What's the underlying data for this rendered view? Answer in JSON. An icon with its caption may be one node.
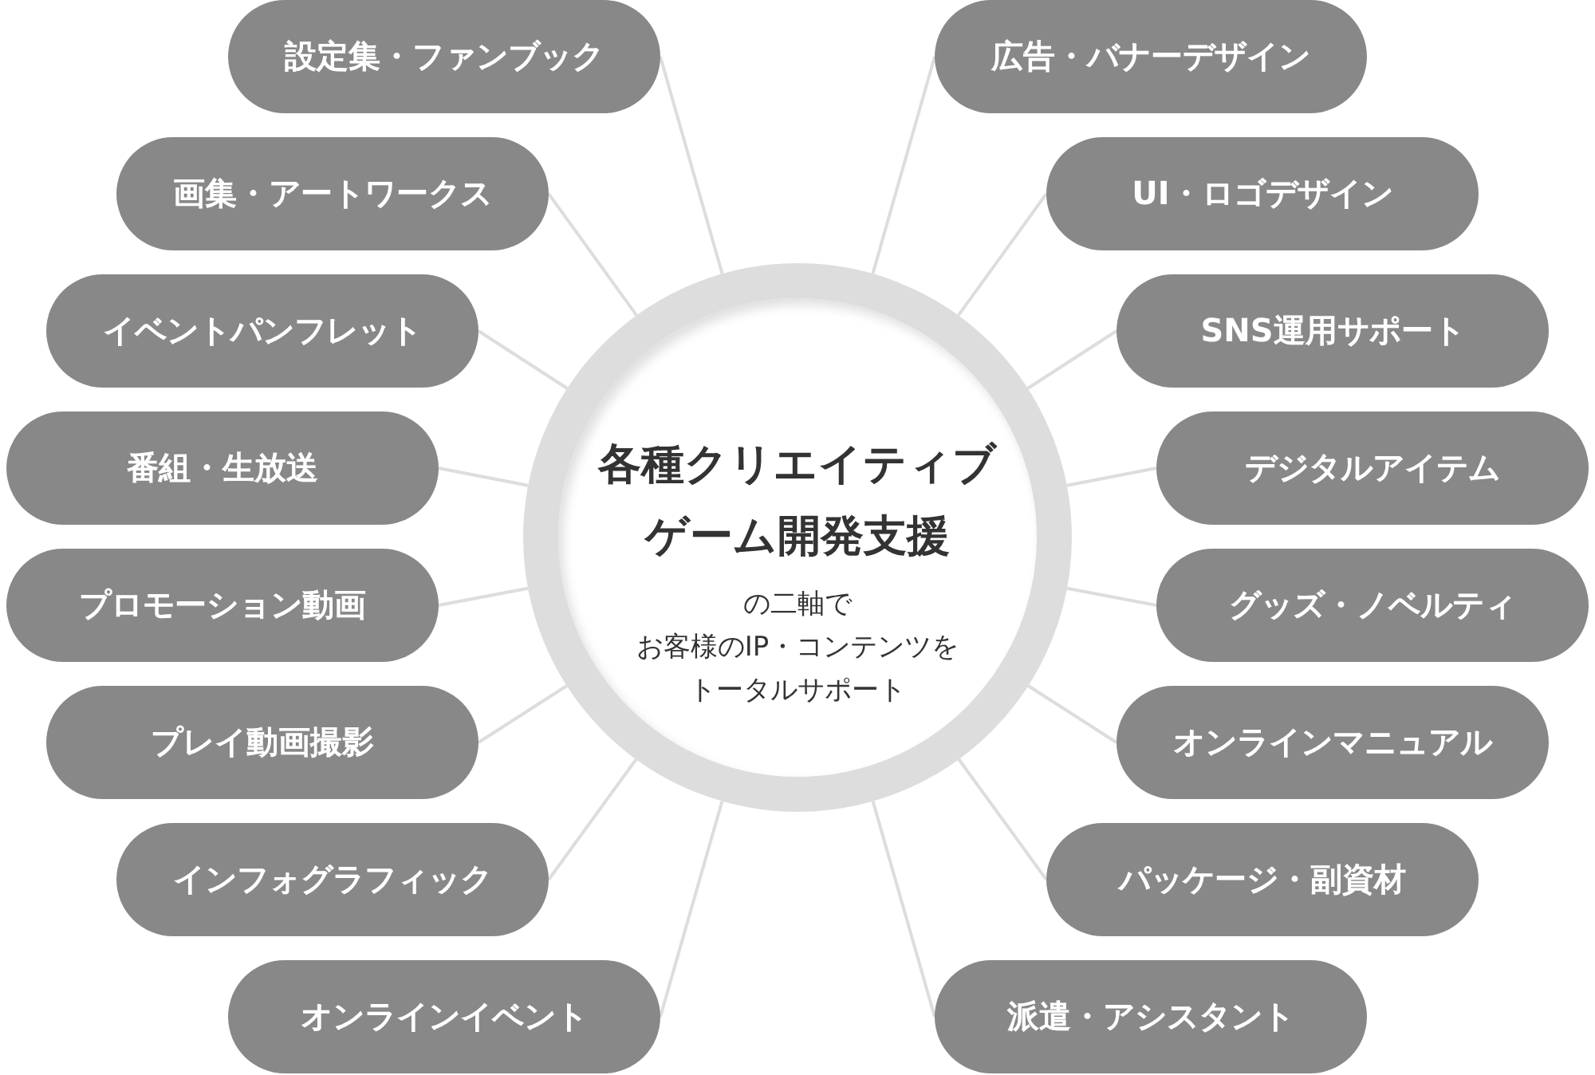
{
  "diagram": {
    "nodes": [
      {
        "text": [
          "各種クリエイティブゲーム開発支援",
          "の二軸でお客様のIP・コンテンツをトータルサポート"
        ]
      },
      {
        "text": [
          "設定集・ファンブック"
        ]
      },
      {
        "text": [
          "画集・アートワークス"
        ]
      },
      {
        "text": [
          "イベントパンフレット"
        ]
      },
      {
        "text": [
          "番組・生放送"
        ]
      },
      {
        "text": [
          "プロモーション動画"
        ]
      },
      {
        "text": [
          "プレイ動画撮影"
        ]
      },
      {
        "text": [
          "インフォグラフィック"
        ]
      },
      {
        "text": [
          "オンラインイベント"
        ]
      },
      {
        "text": [
          "広告・バナーデザイン"
        ]
      },
      {
        "text": [
          "UI・ロゴデザイン"
        ]
      },
      {
        "text": [
          "SNS運用サポート"
        ]
      },
      {
        "text": [
          "デジタルアイテム"
        ]
      },
      {
        "text": [
          "グッズ・ノベルティ"
        ]
      },
      {
        "text": [
          "オンラインマニュアル"
        ]
      },
      {
        "text": [
          "パッケージ・副資材"
        ]
      },
      {
        "text": [
          "派遣・アシスタント"
        ]
      }
    ],
    "edges": [
      {
        "from": 0,
        "to": 1,
        "arrow": "none"
      },
      {
        "from": 0,
        "to": 2,
        "arrow": "none"
      },
      {
        "from": 0,
        "to": 3,
        "arrow": "none"
      },
      {
        "from": 0,
        "to": 4,
        "arrow": "none"
      },
      {
        "from": 0,
        "to": 5,
        "arrow": "none"
      },
      {
        "from": 0,
        "to": 6,
        "arrow": "none"
      },
      {
        "from": 0,
        "to": 7,
        "arrow": "none"
      },
      {
        "from": 0,
        "to": 8,
        "arrow": "none"
      },
      {
        "from": 0,
        "to": 9,
        "arrow": "none"
      },
      {
        "from": 0,
        "to": 10,
        "arrow": "none"
      },
      {
        "from": 0,
        "to": 11,
        "arrow": "none"
      },
      {
        "from": 0,
        "to": 12,
        "arrow": "none"
      },
      {
        "from": 0,
        "to": 13,
        "arrow": "none"
      },
      {
        "from": 0,
        "to": 14,
        "arrow": "none"
      },
      {
        "from": 0,
        "to": 15,
        "arrow": "none"
      },
      {
        "from": 0,
        "to": 16,
        "arrow": "none"
      }
    ]
  }
}
